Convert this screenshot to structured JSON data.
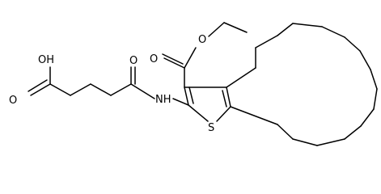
{
  "structure": {
    "atom_labels": {
      "hydroxyl": "OH",
      "acid_carbonyl_oxygen": "O",
      "amide_oxygen": "O",
      "amide_nitrogen": "NH",
      "ester_carbonyl_oxygen": "O",
      "ester_ether_oxygen": "O",
      "thiophene_sulfur": "S"
    },
    "colors": {
      "bond": "#000000",
      "text": "#000000",
      "background": "#ffffff"
    }
  }
}
